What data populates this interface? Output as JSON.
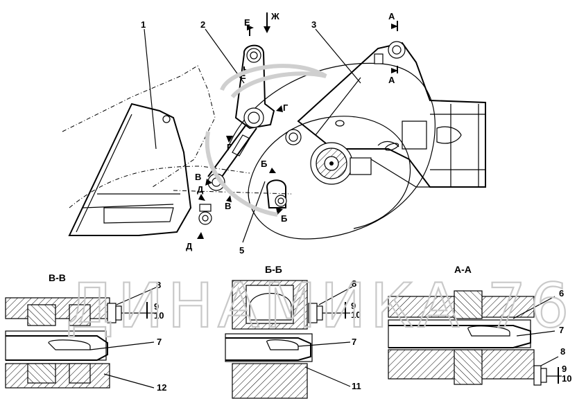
{
  "main_view": {
    "callouts": [
      "1",
      "2",
      "3",
      "5"
    ],
    "section_marks": {
      "a1": "А",
      "a2": "А",
      "b1": "Б",
      "b2": "Б",
      "v1": "В",
      "v2": "В",
      "g1": "Г",
      "g2": "Г",
      "d1": "Д",
      "d2": "Д",
      "e1": "Е",
      "e2": "Е",
      "zh": "Ж"
    }
  },
  "sections": {
    "vv": {
      "title": "В-В",
      "labels": [
        "8",
        "9",
        "10",
        "7",
        "12"
      ]
    },
    "bb": {
      "title": "Б-Б",
      "labels": [
        "8",
        "9",
        "10",
        "7",
        "11"
      ]
    },
    "aa": {
      "title": "А-А",
      "labels": [
        "6",
        "7",
        "8",
        "9",
        "10"
      ]
    }
  },
  "watermark": "ДИНАМИКА 76"
}
